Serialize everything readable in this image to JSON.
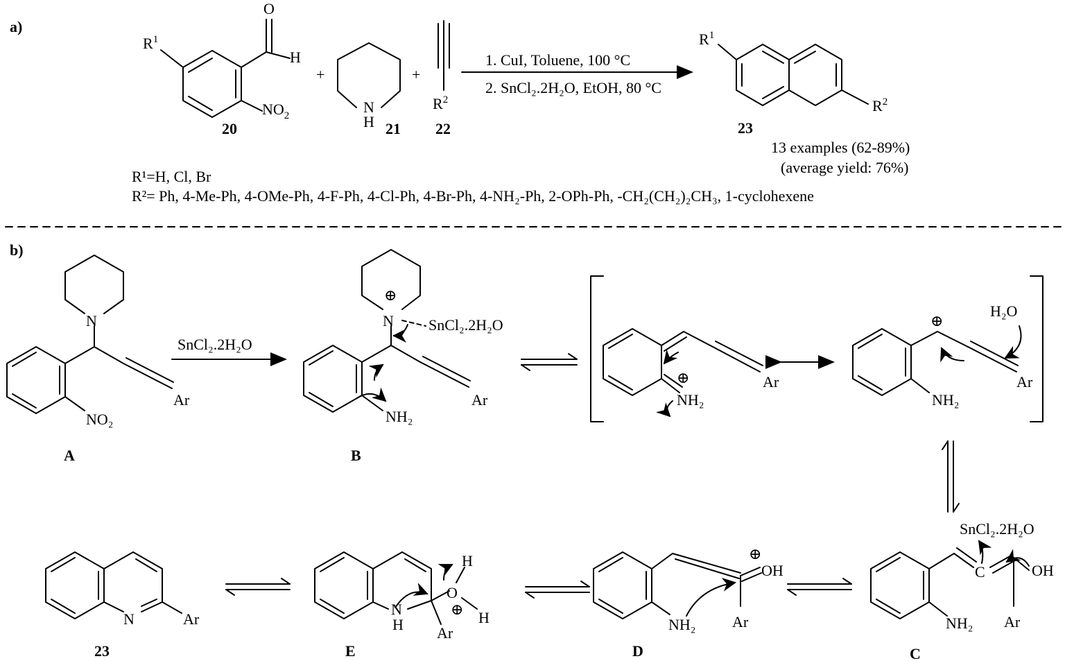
{
  "part_a": {
    "label": "a)",
    "compounds": {
      "aldehyde": "20",
      "amine": "21",
      "alkyne": "22",
      "product": "23"
    },
    "atoms": {
      "r1": "R",
      "r1_sup": "1",
      "r2": "R",
      "r2_sup": "2",
      "h": "H",
      "o": "O",
      "no2": "NO",
      "no2_sub": "2",
      "nh_n": "N",
      "nh_h": "H"
    },
    "plus": "+",
    "conditions": {
      "step1": "1. CuI, Toluene, 100 °C",
      "step2": "2. SnCl₂.2H₂O, EtOH, 80 °C"
    },
    "yield_line1": "13 examples (62-89%)",
    "yield_line2": "(average yield: 76%)",
    "r1_def": "R¹=H, Cl, Br",
    "r2_def": "R²= Ph, 4-Me-Ph, 4-OMe-Ph, 4-F-Ph, 4-Cl-Ph, 4-Br-Ph, 4-NH₂-Ph, 2-OPh-Ph, -CH₂(CH₂)₂CH₃, 1-cyclohexene"
  },
  "part_b": {
    "label": "b)",
    "intermediates": {
      "A": "A",
      "B": "B",
      "C": "C",
      "D": "D",
      "E": "E",
      "product": "23"
    },
    "reagent": "SnCl₂.2H₂O",
    "atoms": {
      "ar": "Ar",
      "n": "N",
      "nh2": "NH₂",
      "no2": "NO₂",
      "h2o": "H₂O",
      "oh": "OH",
      "o": "O",
      "h": "H",
      "c": "C",
      "cation": "⊕"
    }
  }
}
